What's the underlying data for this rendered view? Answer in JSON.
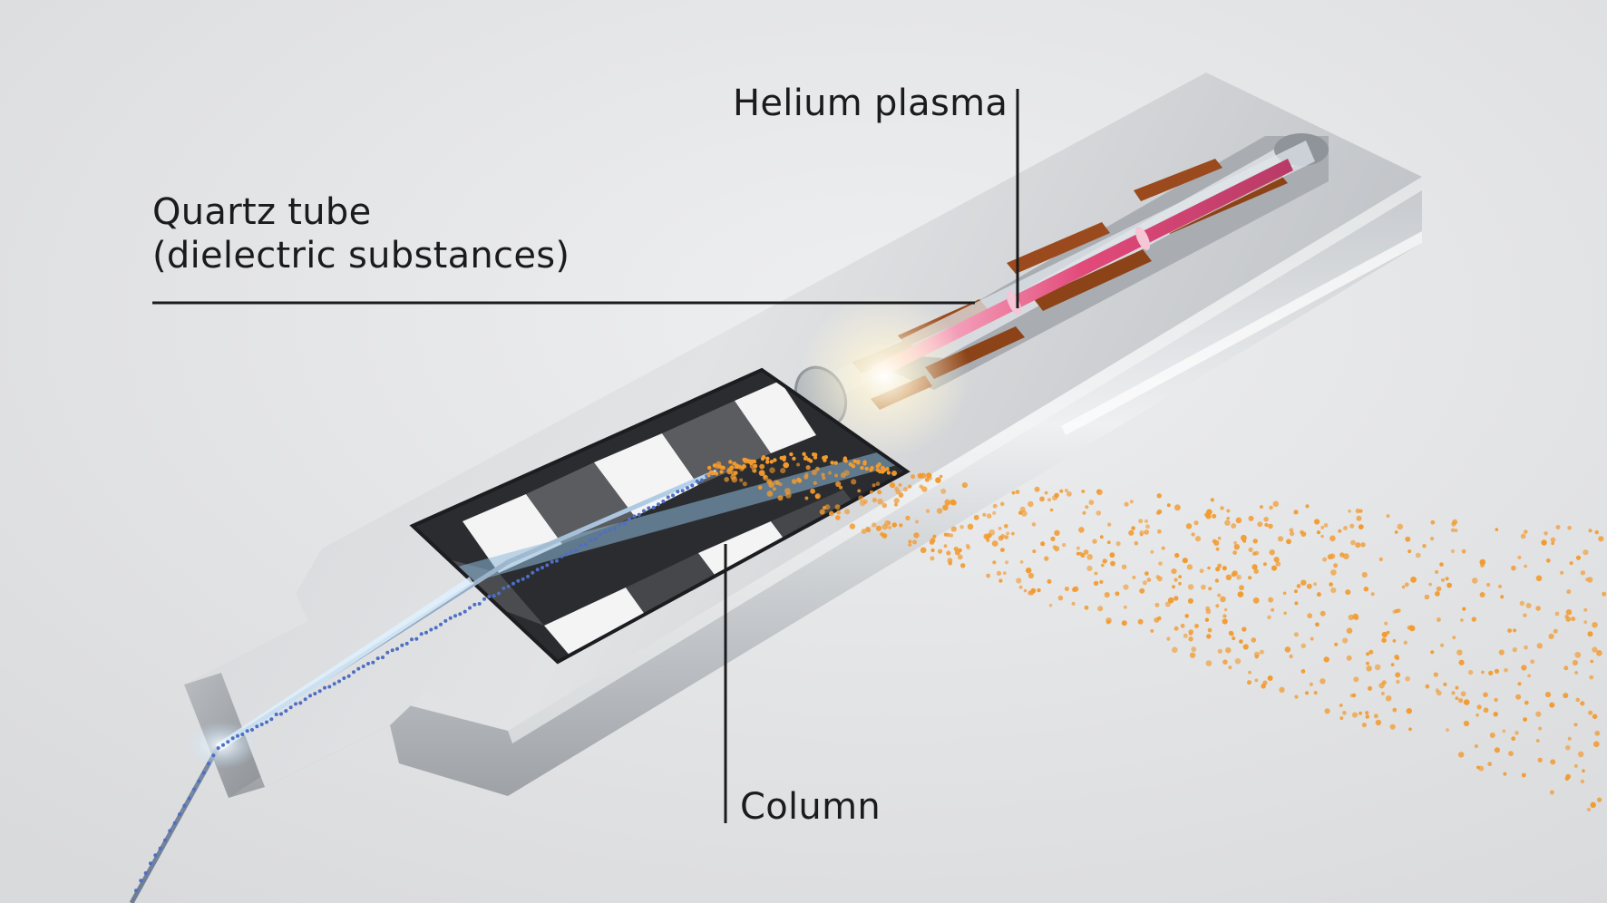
{
  "labels": {
    "helium_plasma": "Helium plasma",
    "quartz_tube_line1": "Quartz tube",
    "quartz_tube_line2": "(dielectric substances)",
    "column": "Column"
  },
  "colors": {
    "background": "#e4e5e7",
    "metal": "#c9cbce",
    "plasma": "#e24a7a",
    "coil": "#9a4a1c",
    "particles": "#f29a2e",
    "column_particles": "#4d6fc4",
    "leader_line": "#1b1b1b"
  }
}
